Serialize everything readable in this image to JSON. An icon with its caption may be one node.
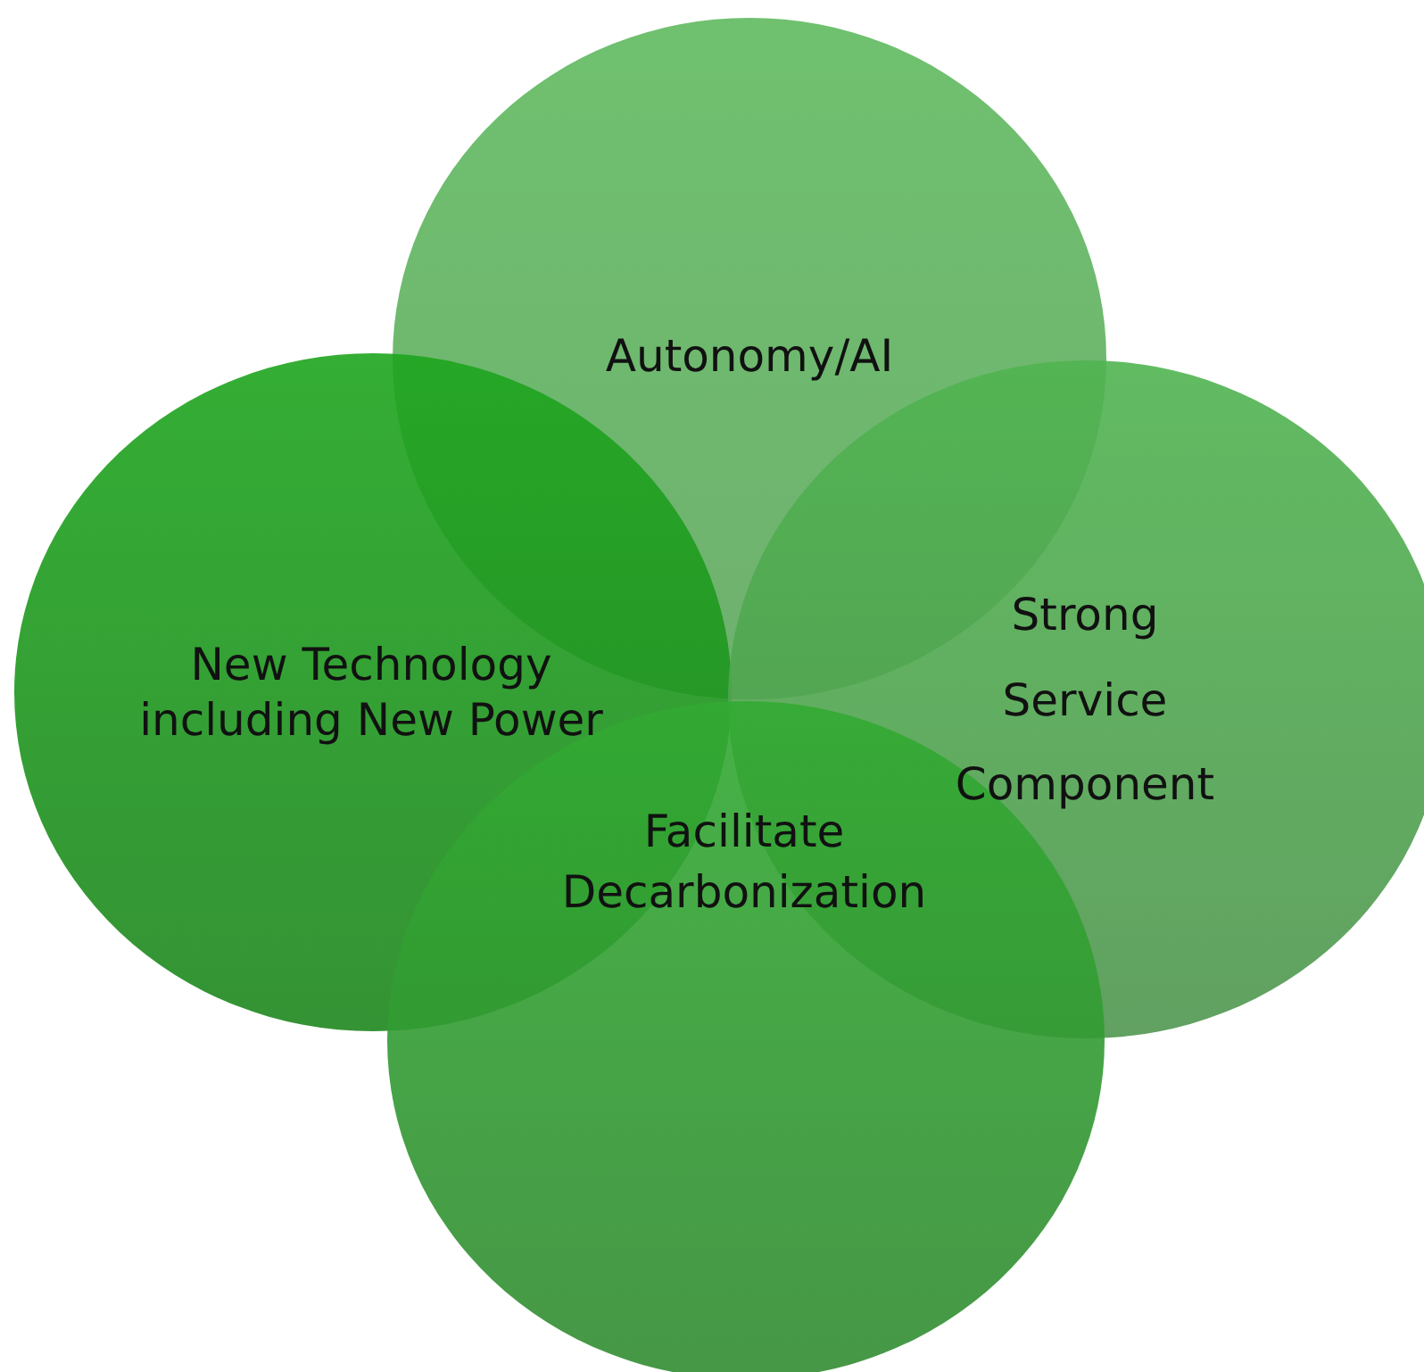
{
  "diagram": {
    "nodes": [
      {
        "text": [
          "Autonomy/AI"
        ]
      },
      {
        "text": [
          "New Technology including New Power"
        ]
      },
      {
        "text": [
          "Strong Service Component"
        ]
      },
      {
        "text": [
          "Facilitate Decarbonization"
        ]
      }
    ]
  }
}
